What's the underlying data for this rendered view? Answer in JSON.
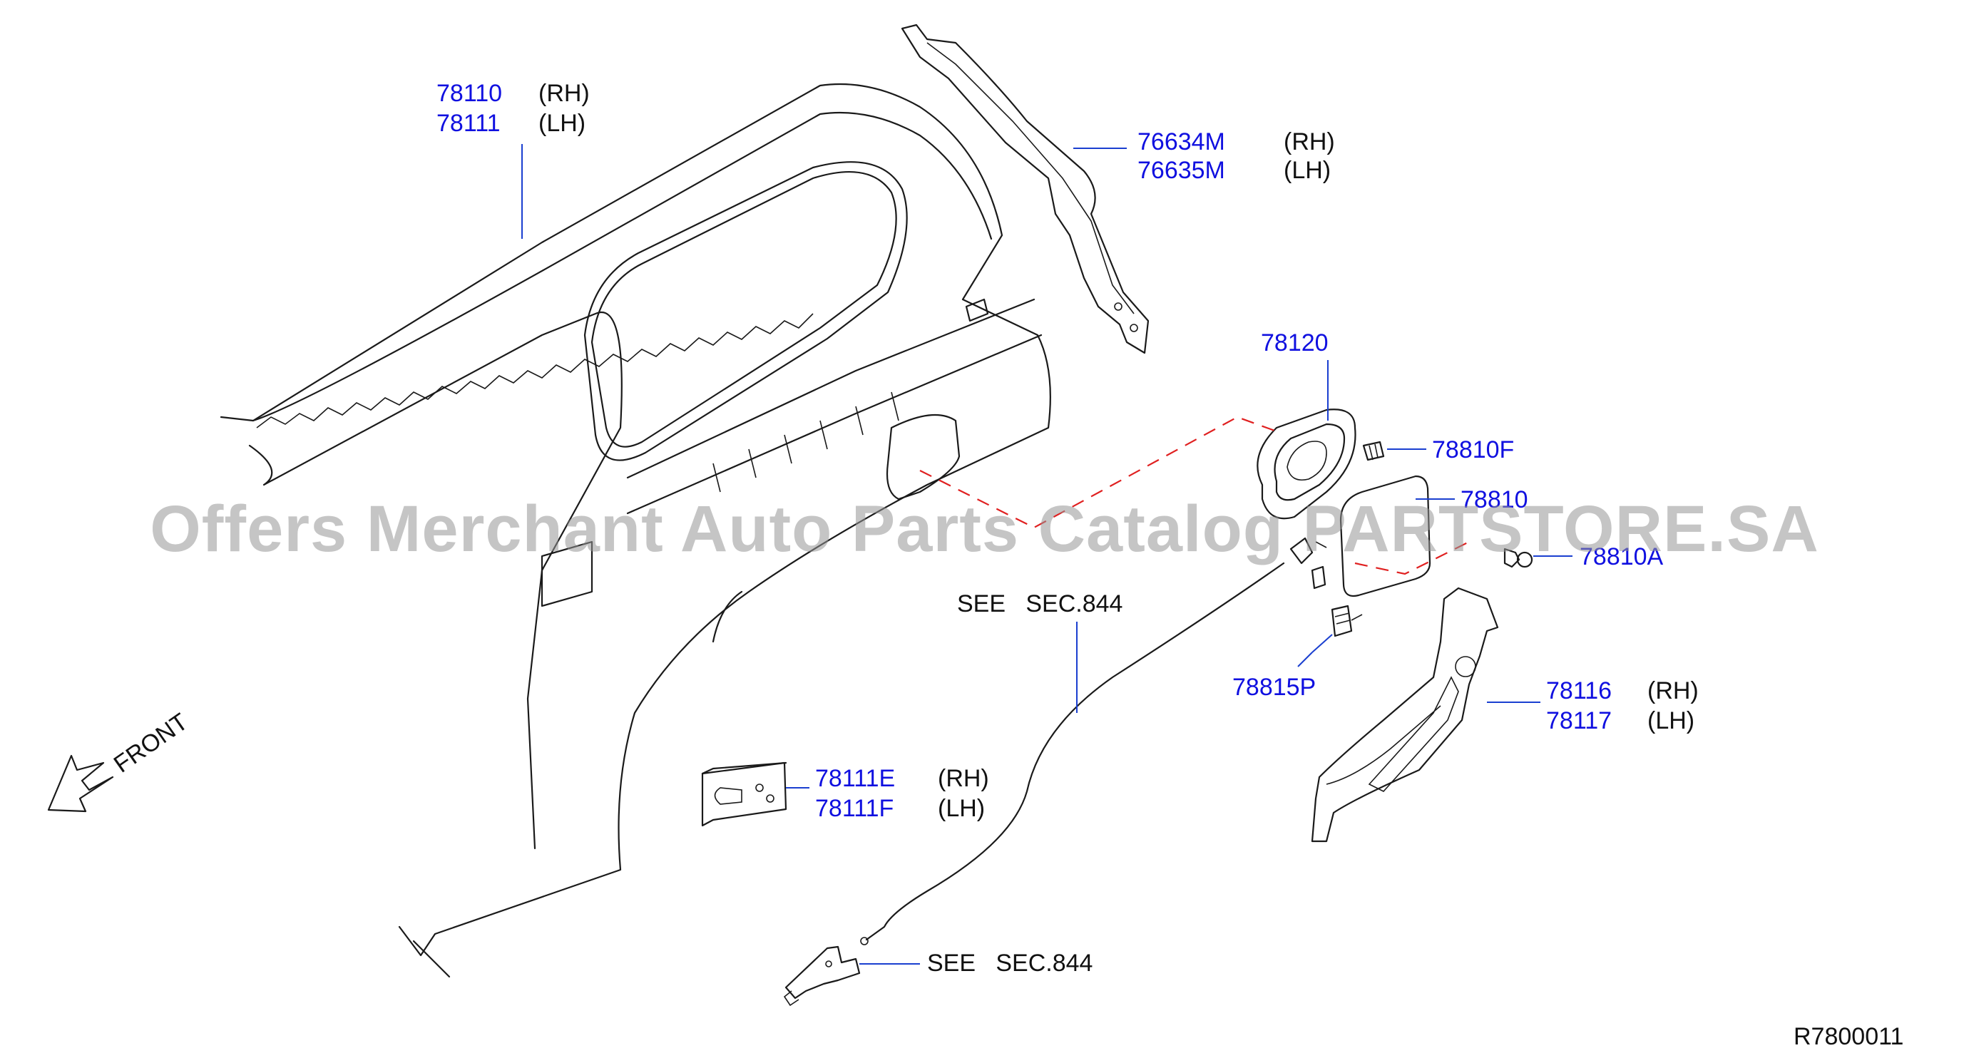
{
  "labels": {
    "p78110": "78110",
    "p78110_side": "(RH)",
    "p78111": "78111",
    "p78111_side": "(LH)",
    "p76634m": "76634M",
    "p76634m_side": "(RH)",
    "p76635m": "76635M",
    "p76635m_side": "(LH)",
    "p78120": "78120",
    "p78810f": "78810F",
    "p78810": "78810",
    "p78810a": "78810A",
    "p78815p": "78815P",
    "p78116": "78116",
    "p78116_side": "(RH)",
    "p78117": "78117",
    "p78117_side": "(LH)",
    "p78111e": "78111E",
    "p78111e_side": "(RH)",
    "p78111f": "78111F",
    "p78111f_side": "(LH)",
    "see1": "SEE   SEC.844",
    "see2": "SEE   SEC.844",
    "front": "FRONT",
    "diagram_code": "R7800011"
  },
  "watermark": "Offers Merchant Auto Parts Catalog PARTSTORE.SA",
  "colors": {
    "part_number": "#1010e0",
    "leader": "#1a3fd0",
    "dashed_line": "#e02020",
    "watermark": "#969696"
  }
}
